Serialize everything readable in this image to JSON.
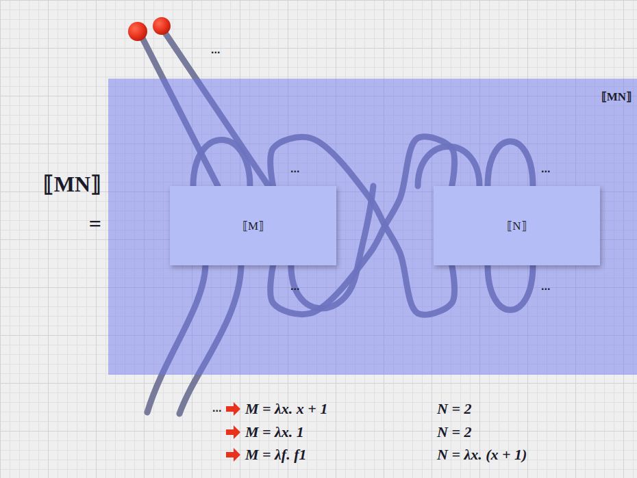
{
  "diagram": {
    "nodes": [
      {
        "text": [
          "⟦MN⟧"
        ]
      },
      {
        "text": [
          "⟦M⟧"
        ],
        "in": 0
      },
      {
        "text": [
          "⟦N⟧"
        ],
        "in": 0
      }
    ],
    "edges": [
      {
        "from": 1,
        "to": 2,
        "arrow": "none"
      },
      {
        "from": 1,
        "to": 2,
        "arrow": "none"
      }
    ],
    "labels": [
      "⟦MN⟧ =",
      "...",
      "...",
      "...",
      "...",
      "...",
      "...",
      "M = λx. x + 1",
      "N = 2",
      "M = λx. 1",
      "N = 2",
      "M = λf. f1",
      "N = λx. (x + 1)"
    ]
  }
}
